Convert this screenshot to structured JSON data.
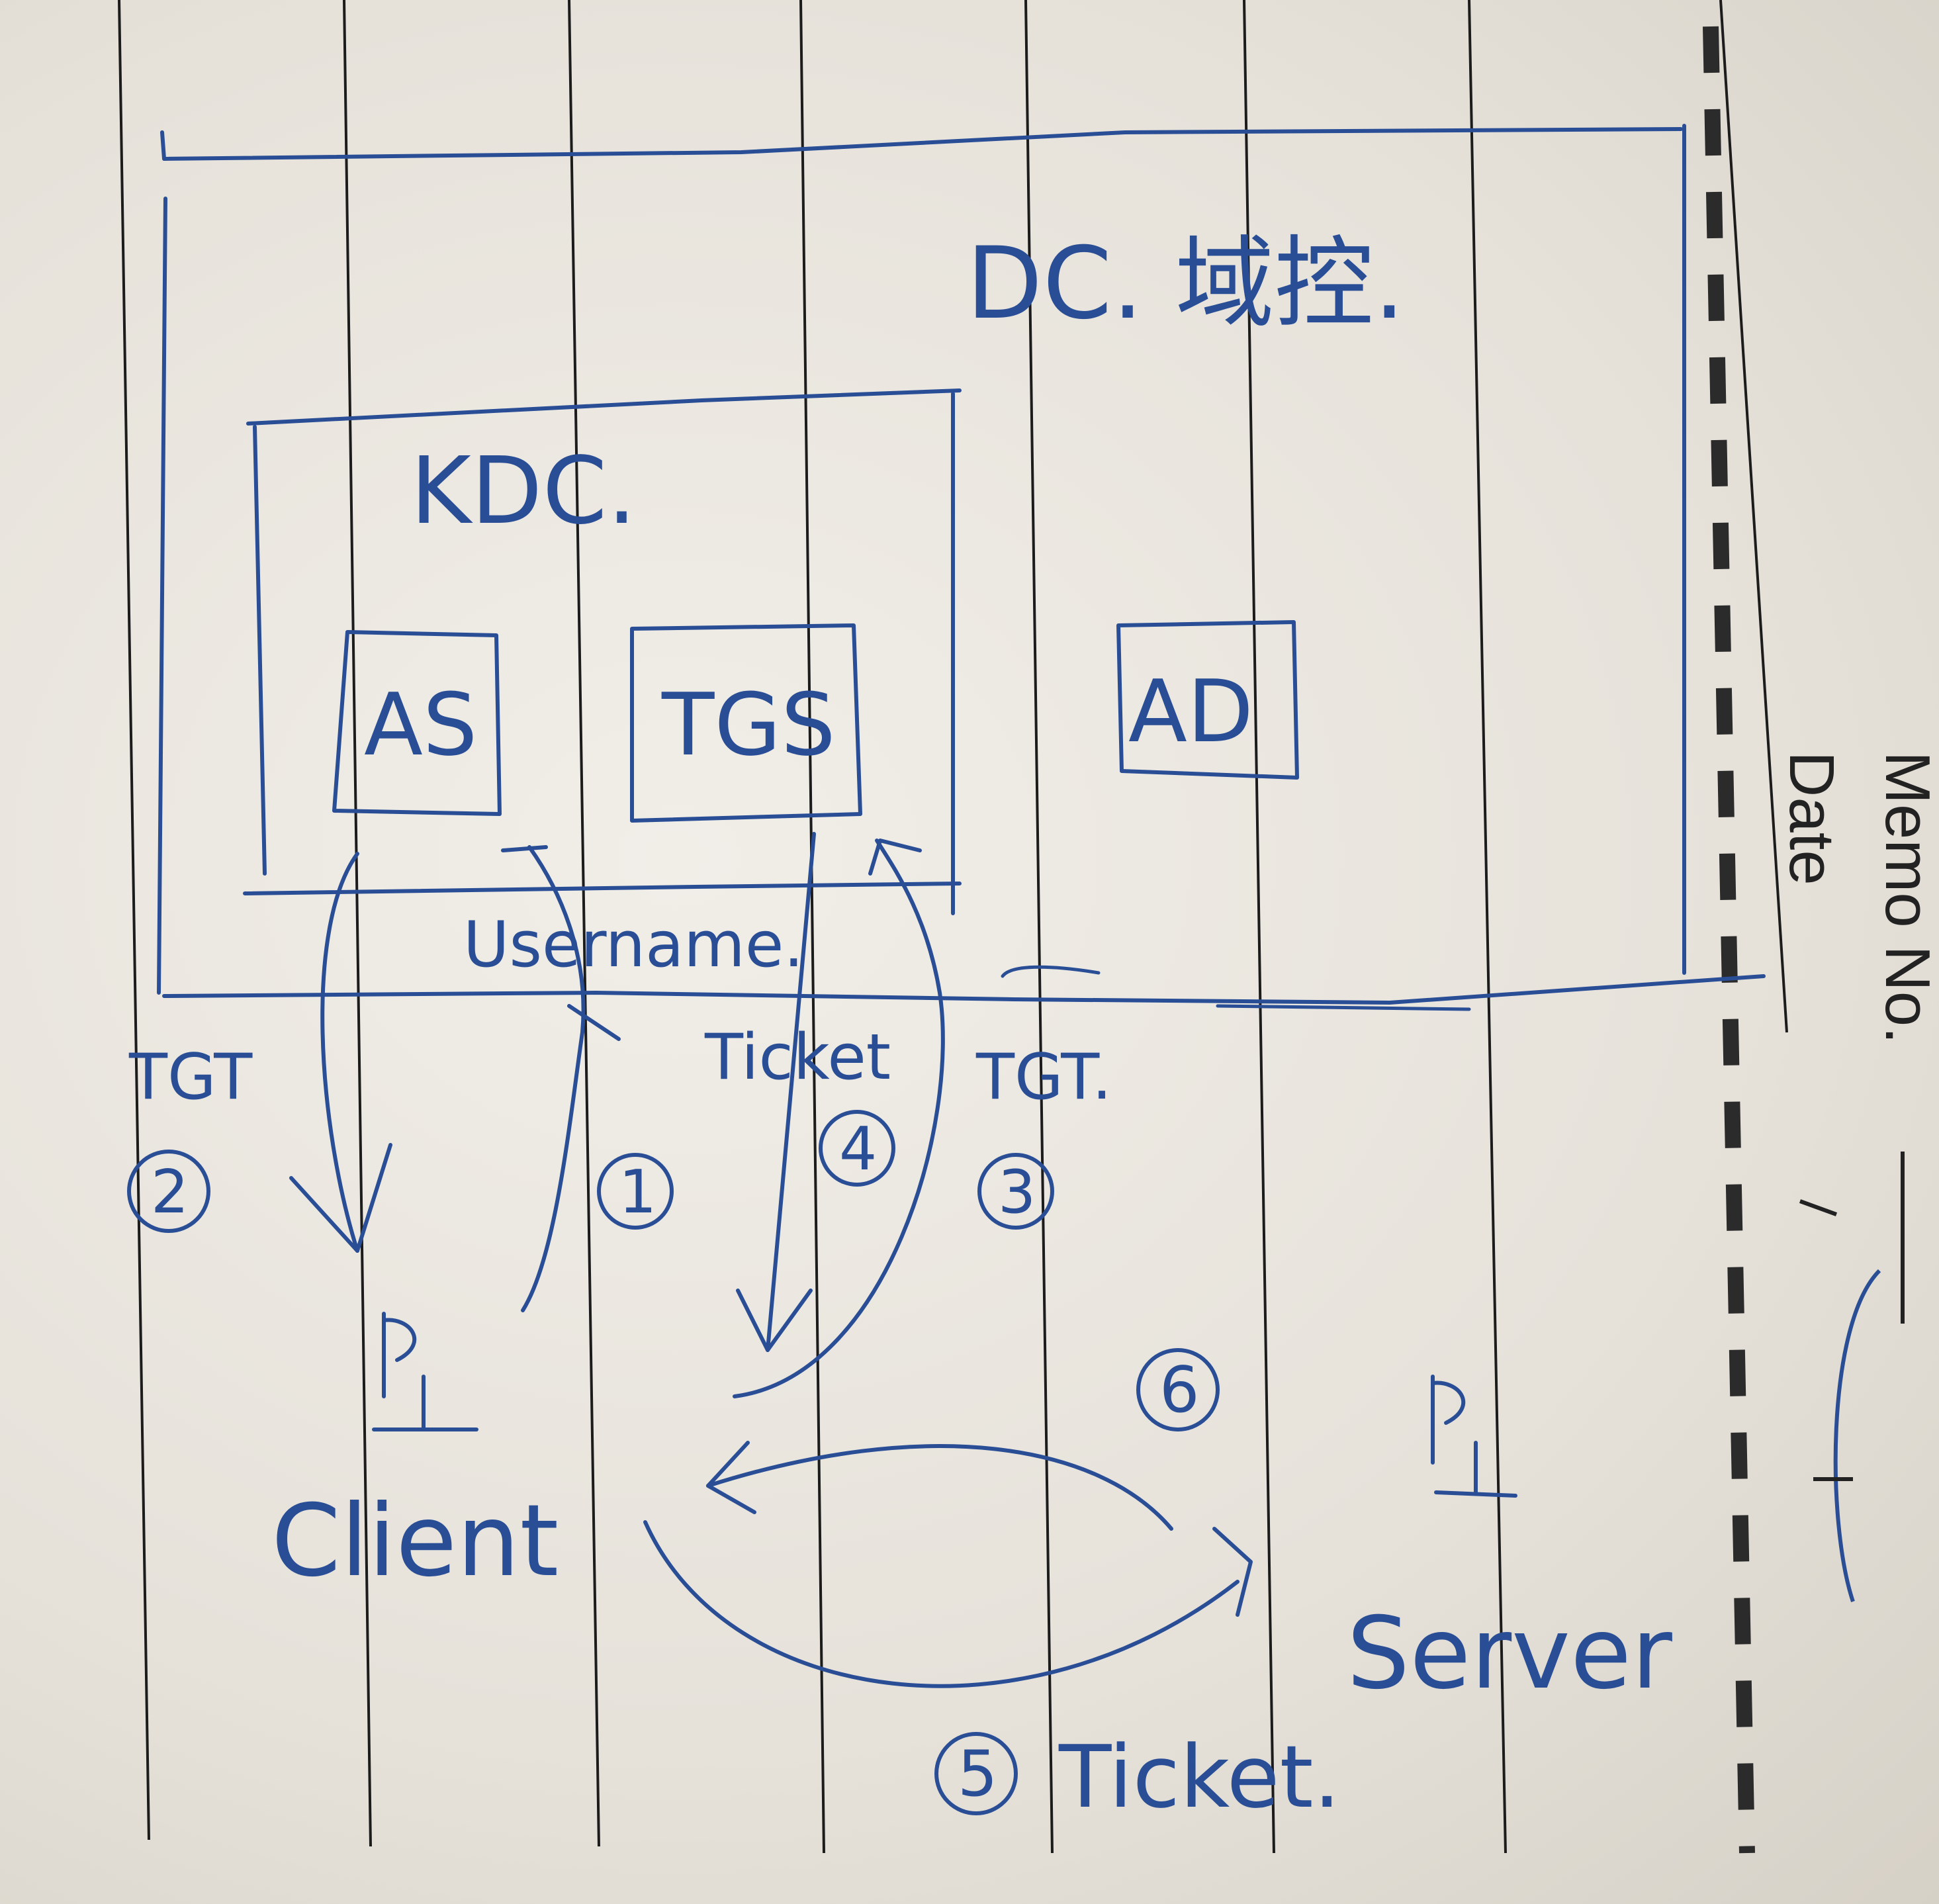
{
  "notebook": {
    "memo_label": "Memo No.",
    "date_label": "Date"
  },
  "colors": {
    "ink": "#2a4e96",
    "paper": "#ece9e2",
    "rule_line": "#1a1a1a",
    "margin_dashes": "#2b2b2b"
  },
  "diagram": {
    "dc_label": "DC. 域控.",
    "kdc_label": "KDC.",
    "as_label": "AS",
    "tgs_label": "TGS",
    "ad_label": "AD",
    "client_label": "Client",
    "server_label": "Server",
    "steps": [
      {
        "number": "1",
        "label": "Username."
      },
      {
        "number": "2",
        "label": "TGT"
      },
      {
        "number": "3",
        "label": "TGT."
      },
      {
        "number": "4",
        "label": "Ticket"
      },
      {
        "number": "5",
        "label": "Ticket."
      },
      {
        "number": "6",
        "label": ""
      }
    ]
  }
}
